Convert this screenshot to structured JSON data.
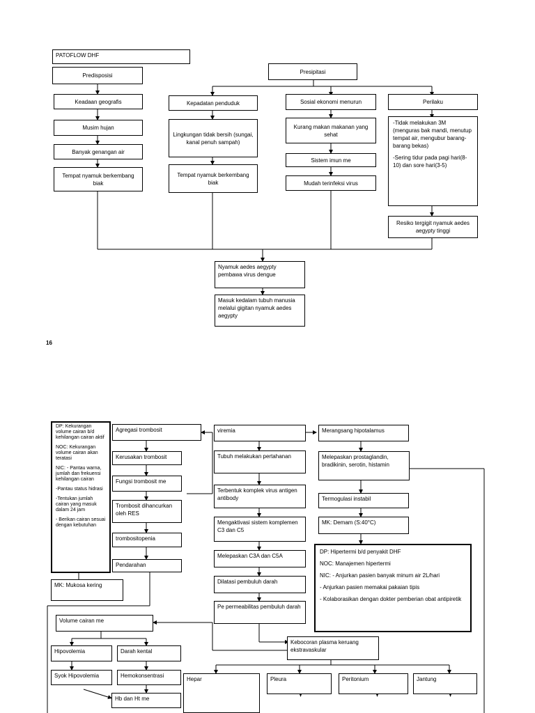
{
  "top": {
    "title": "PATOFLOW DHF",
    "predisposisi": "Predisposisi",
    "presipitasi": "Presipitasi",
    "keadaan_geografis": "Keadaan geografis",
    "musim_hujan": "Musim hujan",
    "genangan": "Banyak genangan air",
    "tempat1": "Tempat nyamuk berkembang biak",
    "kepadatan": "Kepadatan penduduk",
    "lingkungan": "Lingkungan tidak bersih (sungai, kanal penuh sampah)",
    "tempat2": "Tempat nyamuk berkembang biak",
    "sosial": "Sosial ekonomi menurun",
    "kurang_makan": "Kurang makan makanan yang sehat",
    "sistem_imun": "Sistem imun me",
    "mudah": "Mudah terinfeksi virus",
    "perilaku": "Perilaku",
    "perilaku_list_1": "-Tidak melakukan 3M (menguras bak mandi, menutup tempat air, mengubur barang-barang bekas)",
    "perilaku_list_2": "-Sering tidur pada pagi hari(8-10) dan sore hari(3-5)",
    "resiko": "Resiko tergigit nyamuk aedes aegypty tinggi",
    "nyamuk": "Nyamuk aedes aegypty pembawa virus dengue",
    "masuk": "Masuk kedalam tubuh manusia melalui gigitan nyamuk aedes aegypty",
    "page_number": "16"
  },
  "bottom": {
    "left_dp": "DP: Kekurangan volume cairan b/d kehilangan cairan aktif",
    "left_noc": "NOC: Kekurangan volume cairan akan teratasi",
    "left_nic": "NIC: - Pantau warna, jumlah dan frekuensi kehilangan cairan",
    "left_nic2": "-Pantau status hidrasi",
    "left_nic3": "-Tentukan jumlah cairan yang masuk dalam 24 jam",
    "left_nic4": "- Berikan cairan sesuai dengan kebutuhan",
    "agregasi": "Agregasi trombosit",
    "kerusakan": "Kerusakan trombosit",
    "fungsi": "Fungsi trombosit me",
    "dihancurkan": "Trombosit dihancurkan oleh RES",
    "trombositopenia": "trombositopenia",
    "pendarahan": "Pendarahan",
    "mukosa": "MK: Mukosa kering",
    "viremia": "viremia",
    "tubuh": "Tubuh melakukan pertahanan",
    "terbentuk": "Terbentuk komplek virus antigen antibody",
    "mengaktivasi": "Mengaktivasi sistem komplemen C3 dan C5",
    "melepaskan_c3a": "Melepaskan C3A dan C5A",
    "dilatasi": "Dilatasi pembuluh darah",
    "permeabilitas": "Pe   permeabilitas pembuluh darah",
    "merangsang": "Merangsang hipotalamus",
    "prostaglandin": "Melepaskan prostaglandin, bradikinin, serotin, histamin",
    "termogulasi": "Termogulasi instabil",
    "demam": "MK: Demam (S:40°C)",
    "dp_hiper": "DP: Hipertermi b/d penyakit DHF",
    "noc_hiper": "NOC: Manajemen hipertermi",
    "nic_hiper": "NIC: - Anjurkan pasien banyak minum air 2L/hari",
    "nic_hiper2": "- Anjurkan pasien memakai pakaian tipis",
    "nic_hiper3": "- Kolaborasikan dengan dokter pemberian obat antipiretik",
    "volume": "Volume cairan me",
    "hipovolemia": "Hipovolemia",
    "darah_kental": "Darah kental",
    "syok": "Syok Hipovolemia",
    "hemokonsentrasi": "Hemokonsentrasi",
    "hb": "Hb dan Ht me",
    "kebocoran": "Kebocoran plasma keruang ekstravaskular",
    "hepar": "Hepar",
    "pleura": "Pleura",
    "peritonium": "Peritonium",
    "jantung": "Jantung"
  }
}
